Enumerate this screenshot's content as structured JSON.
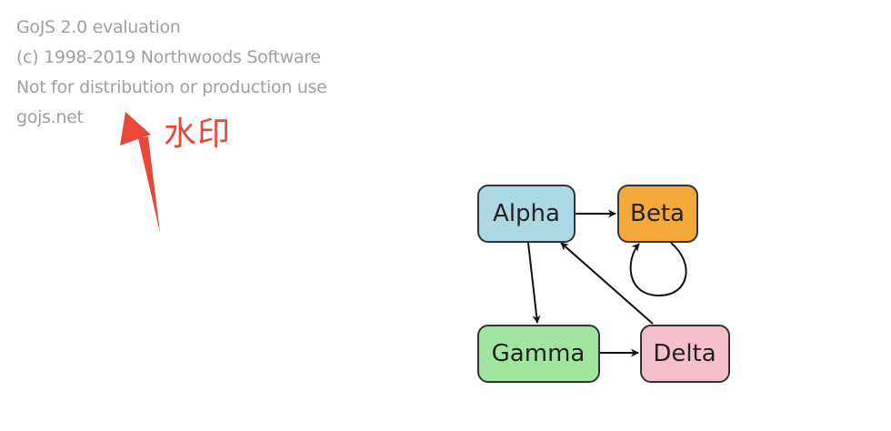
{
  "watermark": {
    "lines": [
      "GoJS 2.0 evaluation",
      "(c) 1998-2019 Northwoods Software",
      "Not for distribution or production use",
      "gojs.net"
    ]
  },
  "annotation": {
    "label": "水印",
    "color": "#e8473a",
    "icon": "red-arrow-pointing-up-icon"
  },
  "diagram": {
    "nodes": [
      {
        "key": "Alpha",
        "label": "Alpha",
        "color": "#add8e6"
      },
      {
        "key": "Beta",
        "label": "Beta",
        "color": "#f4a93a"
      },
      {
        "key": "Gamma",
        "label": "Gamma",
        "color": "#a0e6a0"
      },
      {
        "key": "Delta",
        "label": "Delta",
        "color": "#f5c0cb"
      }
    ],
    "links": [
      {
        "from": "Alpha",
        "to": "Beta"
      },
      {
        "from": "Alpha",
        "to": "Gamma"
      },
      {
        "from": "Beta",
        "to": "Beta"
      },
      {
        "from": "Gamma",
        "to": "Delta"
      },
      {
        "from": "Delta",
        "to": "Alpha"
      }
    ]
  }
}
